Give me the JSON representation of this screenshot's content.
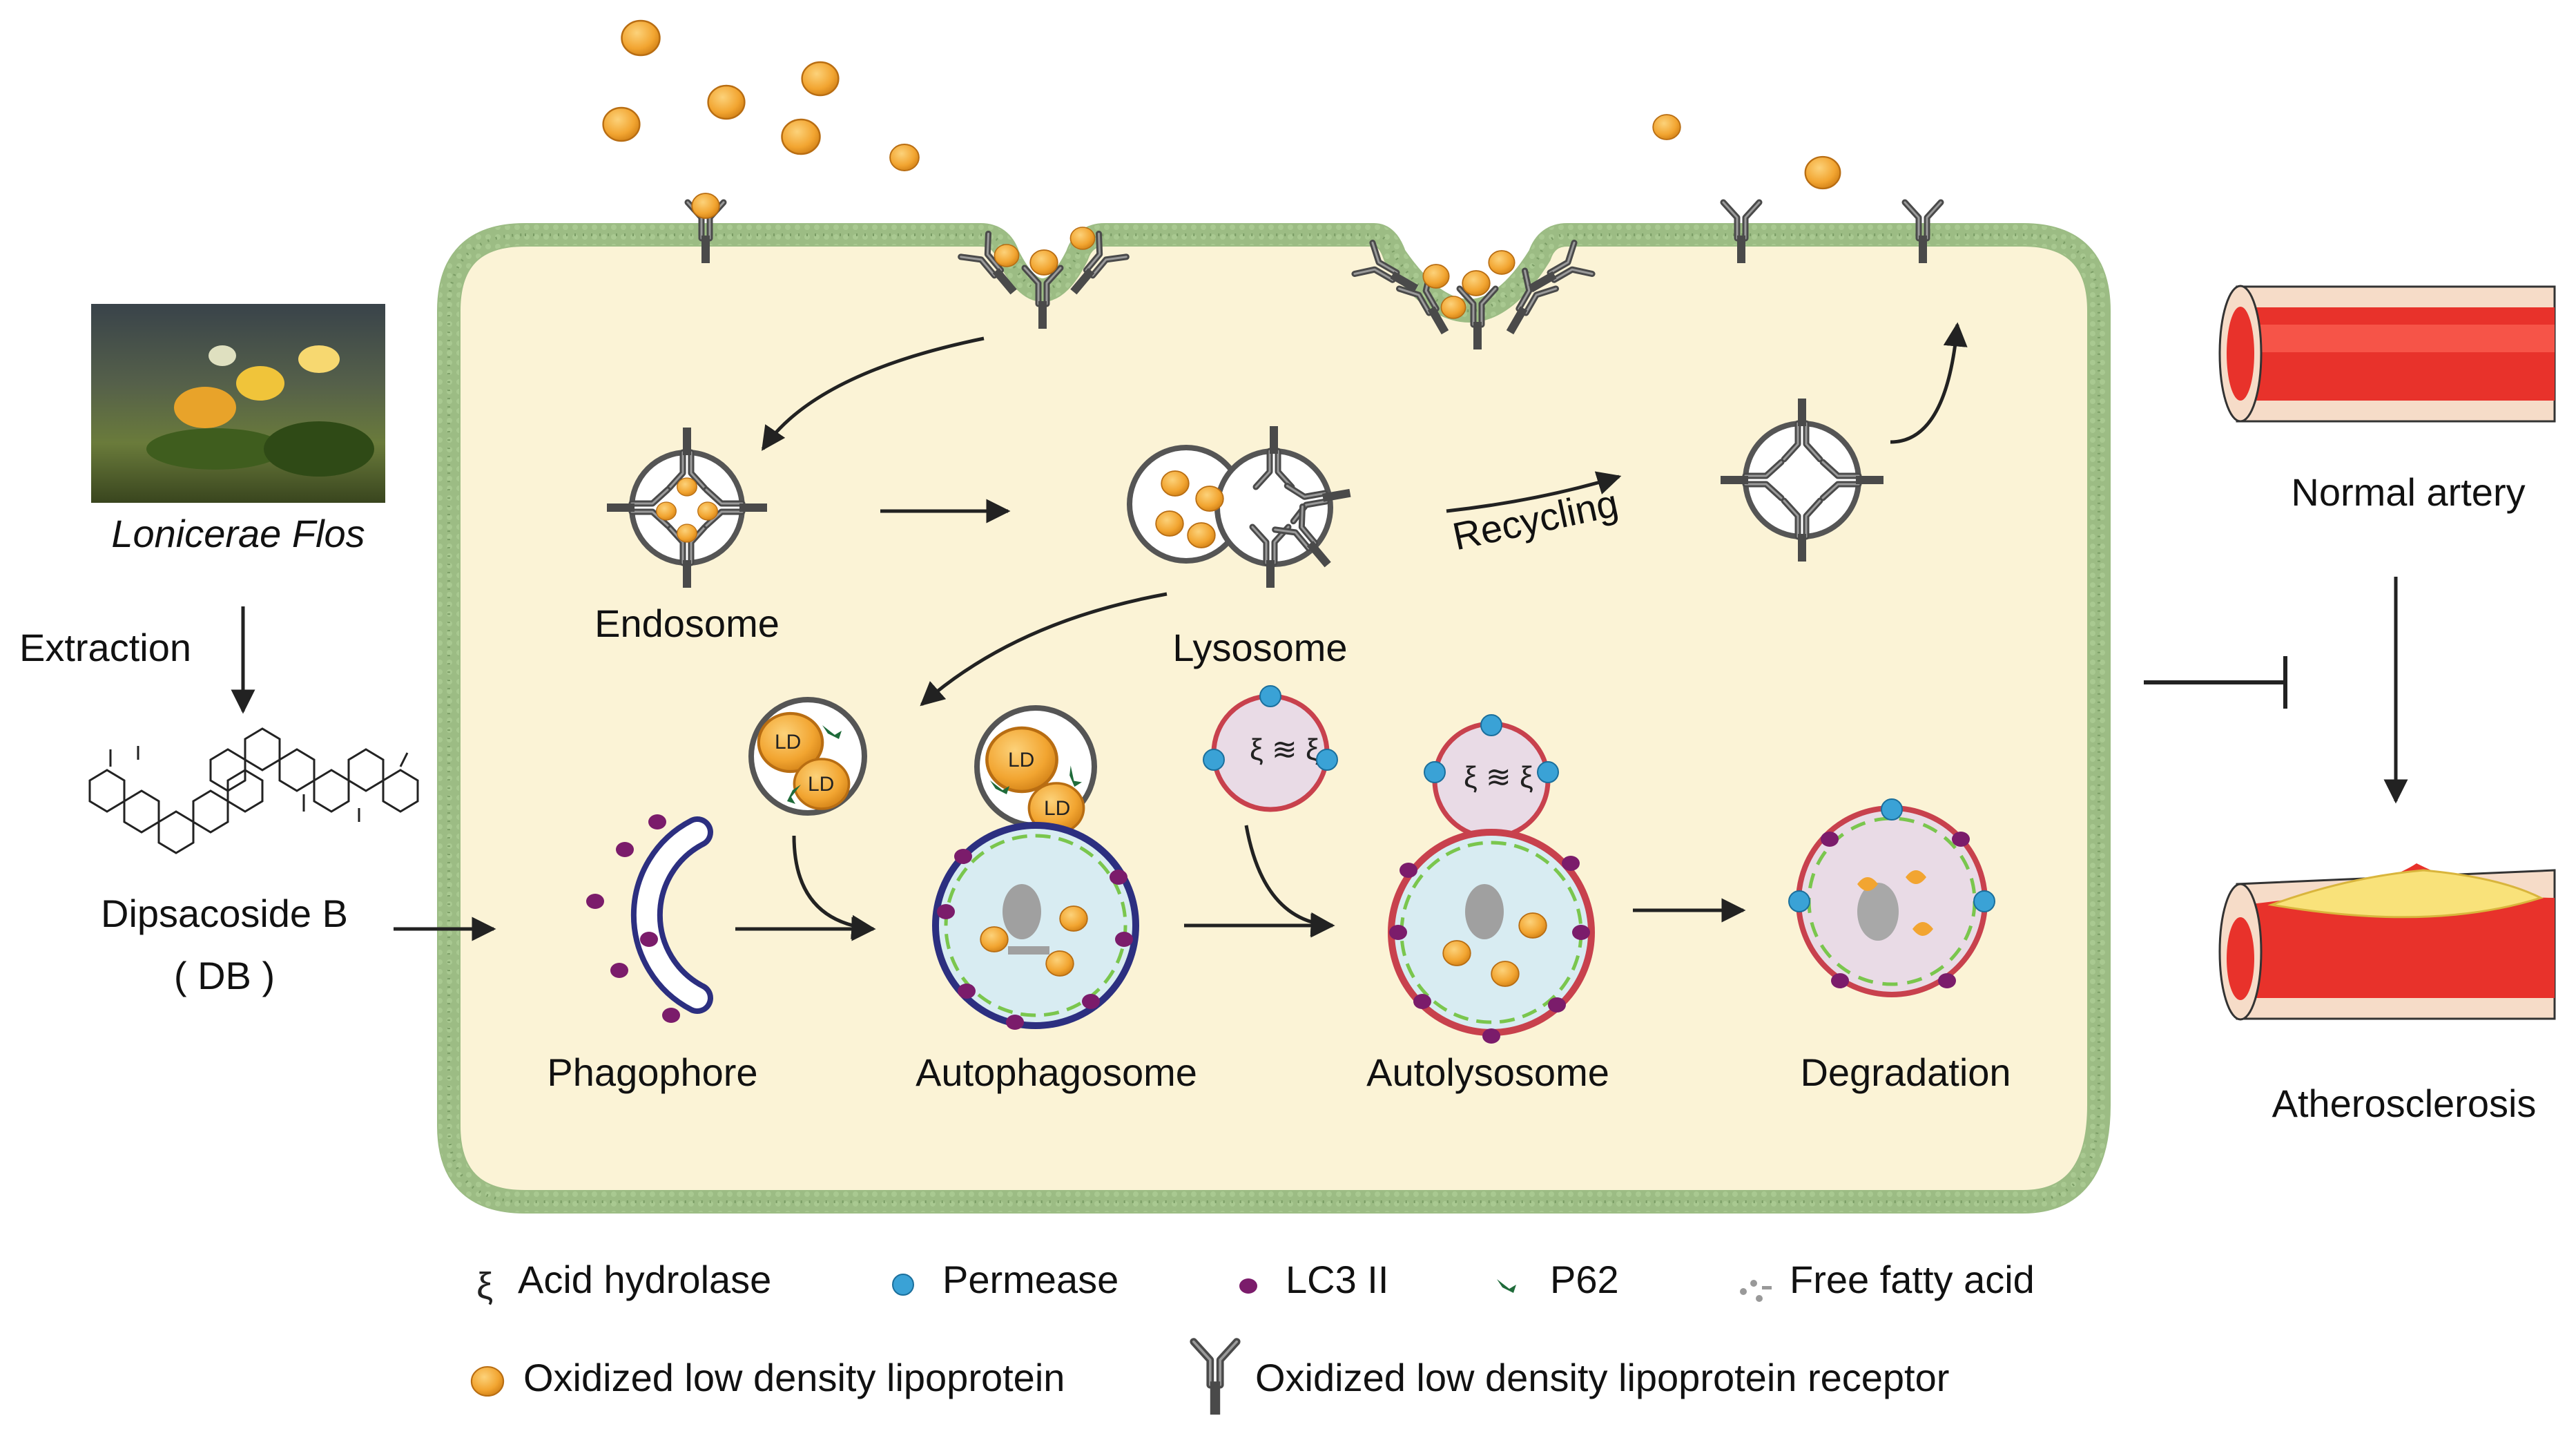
{
  "left_panel": {
    "plant_name": "Lonicerae Flos",
    "step_label": "Extraction",
    "compound_name": "Dipsacoside B",
    "compound_abbrev": "( DB )"
  },
  "cell": {
    "endosome": "Endosome",
    "lysosome": "Lysosome",
    "recycling": "Recycling",
    "phagophore": "Phagophore",
    "autophagosome": "Autophagosome",
    "autolysosome": "Autolysosome",
    "degradation": "Degradation",
    "ld_label": "LD"
  },
  "right_panel": {
    "normal": "Normal artery",
    "disease": "Atherosclerosis"
  },
  "legend": [
    {
      "icon": "acid-hydrolase-icon",
      "label": "Acid hydrolase"
    },
    {
      "icon": "permease-icon",
      "label": "Permease"
    },
    {
      "icon": "lc3-ii-icon",
      "label": "LC3 II"
    },
    {
      "icon": "p62-icon",
      "label": "P62"
    },
    {
      "icon": "free-fatty-acid-icon",
      "label": "Free fatty acid"
    },
    {
      "icon": "oxldl-icon",
      "label": "Oxidized low density lipoprotein"
    },
    {
      "icon": "oxldl-receptor-icon",
      "label": "Oxidized low density lipoprotein receptor"
    }
  ],
  "colors": {
    "cytoplasm": "#fbf3d6",
    "membrane": "#9cbc84",
    "lipoprotein": "#f2a531",
    "lc3": "#7b1c6b",
    "permease": "#3aa2d6",
    "p62": "#1f6b3a",
    "autolysosome_rim": "#c8414d",
    "artery_red": "#e8322b"
  }
}
